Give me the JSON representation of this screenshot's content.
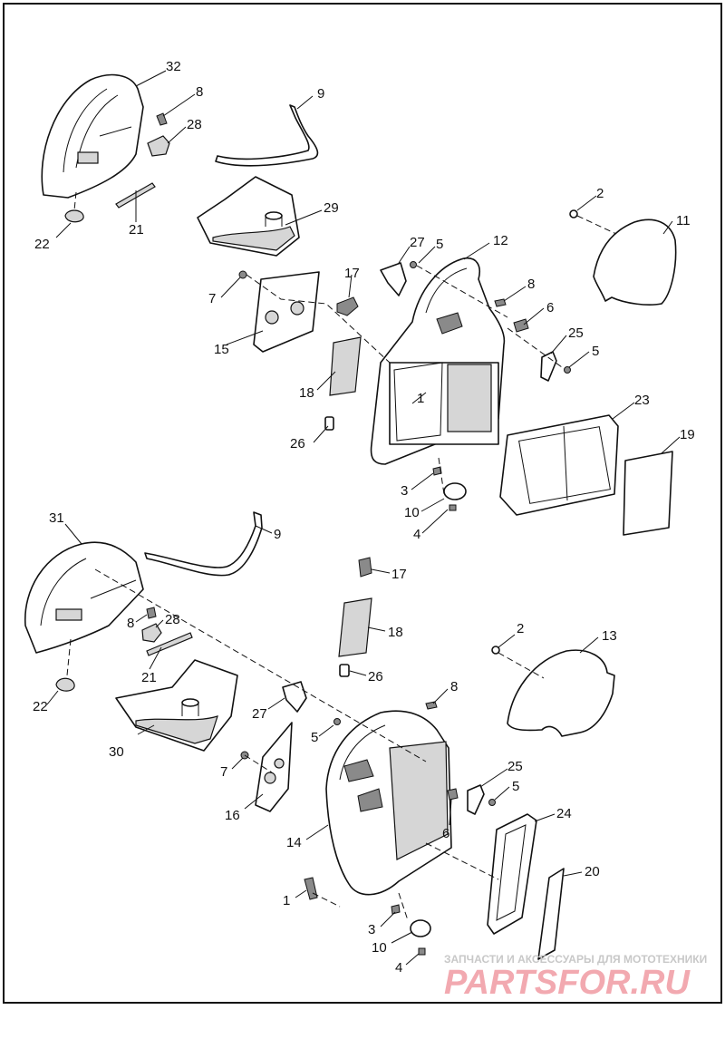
{
  "callouts_upper": {
    "c32": "32",
    "c8a": "8",
    "c28": "28",
    "c9": "9",
    "c21": "21",
    "c22": "22",
    "c29": "29",
    "c2": "2",
    "c11": "11",
    "c27": "27",
    "c5a": "5",
    "c12": "12",
    "c7": "7",
    "c17": "17",
    "c8b": "8",
    "c6": "6",
    "c15": "15",
    "c25": "25",
    "c5b": "5",
    "c18": "18",
    "c1": "1",
    "c23": "23",
    "c19": "19",
    "c26": "26",
    "c3": "3",
    "c10": "10",
    "c4": "4"
  },
  "callouts_lower": {
    "c31": "31",
    "c9": "9",
    "c17": "17",
    "c8a": "8",
    "c28": "28",
    "c18": "18",
    "c2": "2",
    "c13": "13",
    "c21": "21",
    "c26": "26",
    "c22": "22",
    "c8b": "8",
    "c30": "30",
    "c27": "27",
    "c5a": "5",
    "c7": "7",
    "c25": "25",
    "c5b": "5",
    "c16": "16",
    "c6": "6",
    "c14": "14",
    "c24": "24",
    "c20": "20",
    "c1": "1",
    "c3": "3",
    "c10": "10",
    "c4": "4"
  },
  "watermark": {
    "tagline": "ЗАПЧАСТИ И АКСЕССУАРЫ ДЛЯ МОТОТЕХНИКИ",
    "brand": "PARTSFOR.RU"
  }
}
